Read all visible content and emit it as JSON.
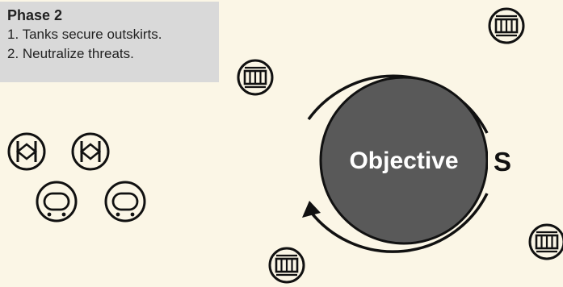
{
  "phase_panel": {
    "title": "Phase 2",
    "steps": [
      "1. Tanks secure outskirts.",
      "2. Neutralize threats."
    ]
  },
  "objective": {
    "label": "Objective",
    "marker": "S"
  },
  "colors": {
    "background": "#fbf6e6",
    "panel": "#d9d9d9",
    "objective_fill": "#595959",
    "objective_text": "#ffffff",
    "stroke": "#111111"
  },
  "icons": {
    "tank": "tank-icon",
    "antitank": "antitank-icon",
    "armored_vehicle": "armored-vehicle-icon"
  }
}
